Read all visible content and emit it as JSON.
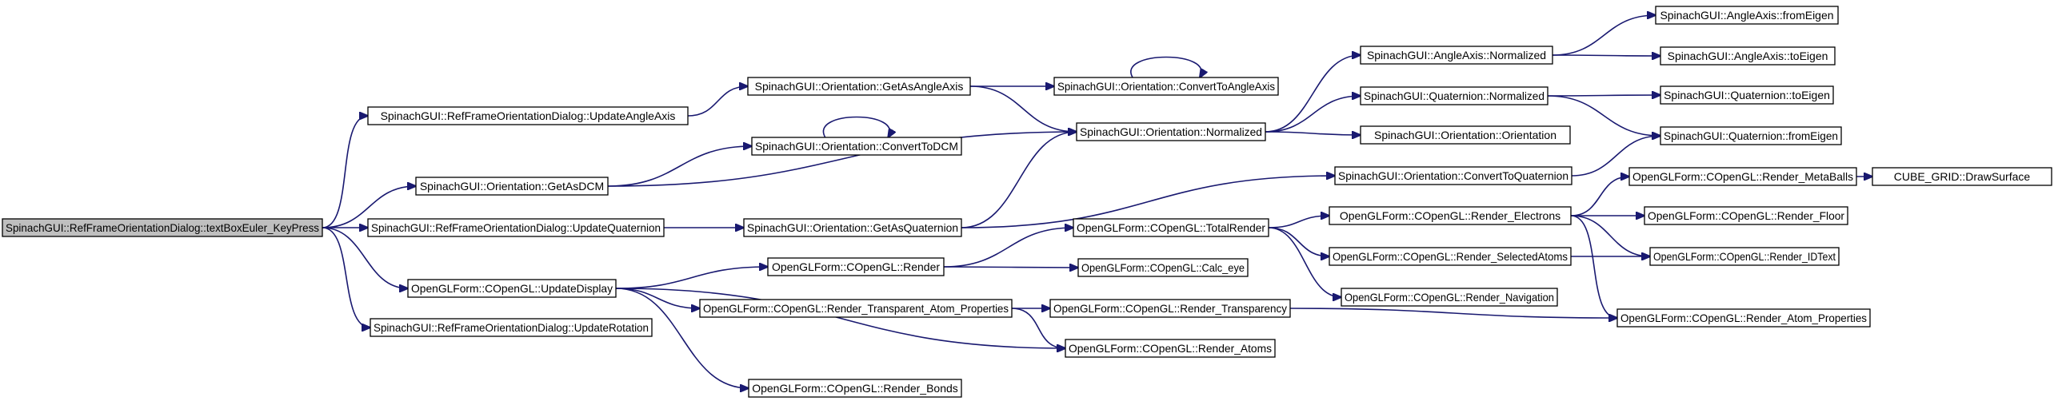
{
  "nodes": [
    {
      "id": "n0",
      "label": "SpinachGUI::RefFrameOrientationDialog::textBoxEuler_KeyPress",
      "root": true
    },
    {
      "id": "n1",
      "label": "SpinachGUI::RefFrameOrientationDialog::UpdateAngleAxis"
    },
    {
      "id": "n2",
      "label": "SpinachGUI::Orientation::GetAsDCM"
    },
    {
      "id": "n3",
      "label": "SpinachGUI::RefFrameOrientationDialog::UpdateQuaternion"
    },
    {
      "id": "n4",
      "label": "OpenGLForm::COpenGL::UpdateDisplay"
    },
    {
      "id": "n5",
      "label": "SpinachGUI::RefFrameOrientationDialog::UpdateRotation"
    },
    {
      "id": "n6",
      "label": "SpinachGUI::Orientation::GetAsAngleAxis"
    },
    {
      "id": "n7",
      "label": "SpinachGUI::Orientation::ConvertToDCM"
    },
    {
      "id": "n8",
      "label": "SpinachGUI::Orientation::GetAsQuaternion"
    },
    {
      "id": "n9",
      "label": "OpenGLForm::COpenGL::Render"
    },
    {
      "id": "n10",
      "label": "OpenGLForm::COpenGL::Render_Transparent_Atom_Properties"
    },
    {
      "id": "n11",
      "label": "OpenGLForm::COpenGL::Render_Bonds"
    },
    {
      "id": "n12",
      "label": "SpinachGUI::Orientation::ConvertToAngleAxis"
    },
    {
      "id": "n13",
      "label": "SpinachGUI::Orientation::Normalized"
    },
    {
      "id": "n14",
      "label": "OpenGLForm::COpenGL::TotalRender"
    },
    {
      "id": "n15",
      "label": "OpenGLForm::COpenGL::Calc_eye"
    },
    {
      "id": "n16",
      "label": "OpenGLForm::COpenGL::Render_Transparency"
    },
    {
      "id": "n17",
      "label": "OpenGLForm::COpenGL::Render_Atoms"
    },
    {
      "id": "n18",
      "label": "SpinachGUI::AngleAxis::Normalized"
    },
    {
      "id": "n19",
      "label": "SpinachGUI::Quaternion::Normalized"
    },
    {
      "id": "n20",
      "label": "SpinachGUI::Orientation::Orientation"
    },
    {
      "id": "n21",
      "label": "SpinachGUI::Orientation::ConvertToQuaternion"
    },
    {
      "id": "n22",
      "label": "OpenGLForm::COpenGL::Render_Electrons"
    },
    {
      "id": "n23",
      "label": "OpenGLForm::COpenGL::Render_SelectedAtoms"
    },
    {
      "id": "n24",
      "label": "OpenGLForm::COpenGL::Render_Navigation"
    },
    {
      "id": "n25",
      "label": "SpinachGUI::AngleAxis::fromEigen"
    },
    {
      "id": "n26",
      "label": "SpinachGUI::AngleAxis::toEigen"
    },
    {
      "id": "n27",
      "label": "SpinachGUI::Quaternion::toEigen"
    },
    {
      "id": "n28",
      "label": "SpinachGUI::Quaternion::fromEigen"
    },
    {
      "id": "n29",
      "label": "OpenGLForm::COpenGL::Render_MetaBalls"
    },
    {
      "id": "n30",
      "label": "OpenGLForm::COpenGL::Render_Floor"
    },
    {
      "id": "n31",
      "label": "OpenGLForm::COpenGL::Render_IDText"
    },
    {
      "id": "n32",
      "label": "OpenGLForm::COpenGL::Render_Atom_Properties"
    },
    {
      "id": "n33",
      "label": "CUBE_GRID::DrawSurface"
    }
  ],
  "edges": [
    [
      "n0",
      "n1"
    ],
    [
      "n0",
      "n2"
    ],
    [
      "n0",
      "n3"
    ],
    [
      "n0",
      "n4"
    ],
    [
      "n0",
      "n5"
    ],
    [
      "n1",
      "n6"
    ],
    [
      "n2",
      "n7"
    ],
    [
      "n2",
      "n13"
    ],
    [
      "n3",
      "n8"
    ],
    [
      "n4",
      "n9"
    ],
    [
      "n4",
      "n10"
    ],
    [
      "n4",
      "n17"
    ],
    [
      "n4",
      "n11"
    ],
    [
      "n6",
      "n12"
    ],
    [
      "n6",
      "n13"
    ],
    [
      "n7",
      "n7"
    ],
    [
      "n12",
      "n12"
    ],
    [
      "n8",
      "n13"
    ],
    [
      "n8",
      "n21"
    ],
    [
      "n9",
      "n14"
    ],
    [
      "n9",
      "n15"
    ],
    [
      "n10",
      "n16"
    ],
    [
      "n10",
      "n17"
    ],
    [
      "n13",
      "n18"
    ],
    [
      "n13",
      "n19"
    ],
    [
      "n13",
      "n20"
    ],
    [
      "n14",
      "n22"
    ],
    [
      "n14",
      "n23"
    ],
    [
      "n14",
      "n24"
    ],
    [
      "n16",
      "n32"
    ],
    [
      "n18",
      "n25"
    ],
    [
      "n18",
      "n26"
    ],
    [
      "n19",
      "n27"
    ],
    [
      "n19",
      "n28"
    ],
    [
      "n21",
      "n28"
    ],
    [
      "n22",
      "n29"
    ],
    [
      "n22",
      "n30"
    ],
    [
      "n22",
      "n31"
    ],
    [
      "n22",
      "n32"
    ],
    [
      "n23",
      "n31"
    ],
    [
      "n29",
      "n33"
    ]
  ]
}
